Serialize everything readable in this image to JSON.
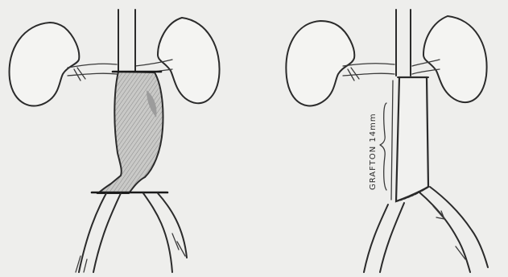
{
  "figure": {
    "graft_label": "GRAFTON 14mm",
    "colors": {
      "background": "#eeeeec",
      "ink": "#2b2b2b",
      "aneurysm_fill": "#bdbdbd"
    },
    "panels": [
      {
        "name": "before-repair",
        "shows": [
          "kidneys",
          "aorta",
          "aneurysm",
          "clamp-lines",
          "iliac-arteries"
        ]
      },
      {
        "name": "after-repair",
        "shows": [
          "kidneys",
          "aorta",
          "tube-graft",
          "graft-label",
          "iliac-arteries"
        ]
      }
    ]
  }
}
